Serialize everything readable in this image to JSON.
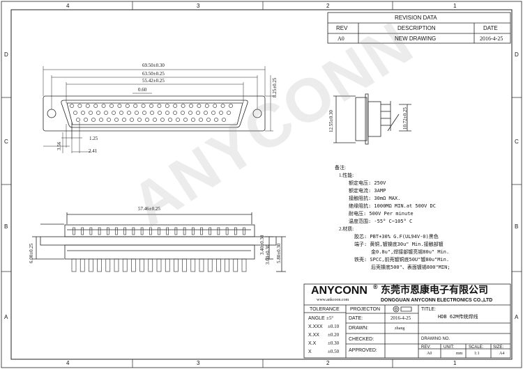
{
  "border": {
    "top_zones": [
      "4",
      "3",
      "2",
      "1"
    ],
    "bottom_zones": [
      "4",
      "3",
      "2",
      "1"
    ],
    "left_zones": [
      "D",
      "C",
      "B",
      "A"
    ],
    "right_zones": [
      "D",
      "C",
      "B",
      "A"
    ]
  },
  "revision": {
    "title": "REVISION DATA",
    "headers": [
      "REV",
      "DESCRIPTION",
      "DATE"
    ],
    "row": [
      "A0",
      "NEW DRAWING",
      "2016-4-25"
    ]
  },
  "dims": {
    "d1": "69.50±0.30",
    "d2": "63.50±0.25",
    "d3": "55.42±0.25",
    "d4": "0.60",
    "d5": "8.25±0.25",
    "d6": "1.25",
    "d7": "3.56",
    "d8": "2.41",
    "d9": "12.55±0.30",
    "d10": "10.72±0.25",
    "d11": "57.46±0.25",
    "d12": "6.00±0.25",
    "d13": "3.40±0.30",
    "d14": "3.00±0.30",
    "d15": "5.80±0.30"
  },
  "notes": {
    "head": "备注:",
    "perf_head": "1.性能:",
    "perf": [
      "额定电压: 250V",
      "额定电流: 3AMP",
      "接触阻抗: 30mΩ MAX.",
      "绝缘阻抗: 1000MΩ MIN.at 500V DC",
      "耐电压: 500V Per minute",
      "温度范围: -55° C~105° C"
    ],
    "mat_head": "2.材质:",
    "mat": [
      "胶芯: PBT+30% G.F(UL94V-0)黑色",
      "端子: 黄铜,镀镍底30u\" Min.接触部镀",
      "金0.8u\",焊接部镀亮锡80u\" Min.",
      "铁壳: SPCC,前壳镀铜底50U\"镀80u\"Min.",
      "后壳镍底500\"、表面镀锡800\"MIN;"
    ]
  },
  "watermark": "ANYCONN",
  "titleblock": {
    "brand": "ANYCONN",
    "reg": "®",
    "cn_name": "东莞市恩康电子有限公司",
    "web": "www.ankcoon.com",
    "en_name": "DONGGUAN ANYCONN ELECTRONICS CO.,LTD",
    "tolerance": "TOLERANCE",
    "angle_label": "ANGLE",
    "angle_val": "±5°",
    "tol_rows": [
      [
        "X.XXX",
        "±0.10"
      ],
      [
        "X.XX",
        "±0.20"
      ],
      [
        "X.X",
        "±0.30"
      ],
      [
        "X",
        "±0.50"
      ]
    ],
    "projection": "PROJECTON",
    "title_label": "TITLE:",
    "title_value": "HDB 62M传统焊线",
    "date_label": "DATE:",
    "date_value": "2016-4-25",
    "drawn_label": "DRAWN:",
    "drawn_value": "zhang",
    "checked_label": "CHECKED:",
    "approved_label": "APPROVED:",
    "drawing_no_label": "DRAWING NO.",
    "rev_label": "REV:",
    "rev_value": "A0",
    "unit_label": "UNIT:",
    "unit_value": "mm",
    "scale_label": "SCALE:",
    "scale_value": "1:1",
    "size_label": "SIZE:",
    "size_value": "A4"
  }
}
